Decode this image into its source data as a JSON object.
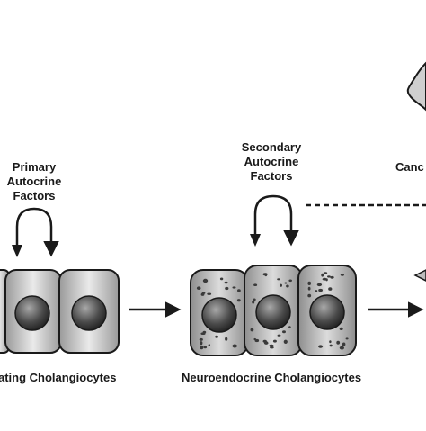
{
  "labels": {
    "primary": [
      "Primary",
      "Autocrine",
      "Factors"
    ],
    "secondary": [
      "Secondary",
      "Autocrine",
      "Factors"
    ],
    "cancer_partial": "Canc",
    "left_group": "ating Cholangiocytes",
    "middle_group": "Neuroendocrine Cholangiocytes"
  },
  "icons": {
    "loop_arrow": "curved-feedback-arrow",
    "flow_arrow": "right-arrow",
    "link_line": "dashed-line"
  }
}
